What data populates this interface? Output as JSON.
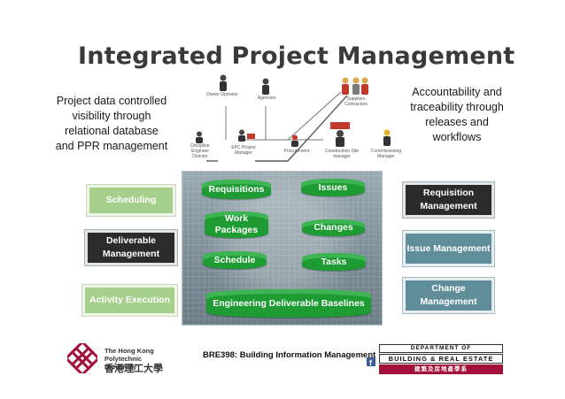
{
  "title": "Integrated Project Management",
  "notes": {
    "left": "Project data controlled visibility through relational database and PPR management",
    "right": "Accountability and traceability through releases and workflows"
  },
  "roles": {
    "owner": "Owner Operator",
    "agencies": "Agencies",
    "suppliers": "Suppliers Contractors",
    "discipline": "Discipline Engineer Director",
    "epc": "EPC Project Manager",
    "procurement": "Procurement",
    "construction": "Construction Site manager",
    "commissioning": "Commissioning Manager"
  },
  "center": {
    "requisitions": "Requisitions",
    "issues": "Issues",
    "work_packages": "Work Packages",
    "changes": "Changes",
    "schedule": "Schedule",
    "tasks": "Tasks",
    "baselines": "Engineering Deliverable Baselines"
  },
  "left_boxes": {
    "scheduling": "Scheduling",
    "deliverable": "Deliverable Management",
    "activity": "Activity Execution"
  },
  "right_boxes": {
    "requisition": "Requisition Management",
    "issue": "Issue Management",
    "change": "Change Management"
  },
  "footer": {
    "course": "BRE398: Building Information Management",
    "uni_en": "The Hong Kong Polytechnic University",
    "uni_zh": "香港理工大學",
    "dept_line1": "DEPARTMENT OF",
    "dept_line2": "BUILDING & REAL ESTATE",
    "dept_zh": "建築及房地產學系"
  },
  "colors": {
    "green": "#1e9b33",
    "light_green": "#a6cf8b",
    "teal": "#5f8d99",
    "dark": "#2b2b2b",
    "brand_red": "#a3123a"
  }
}
